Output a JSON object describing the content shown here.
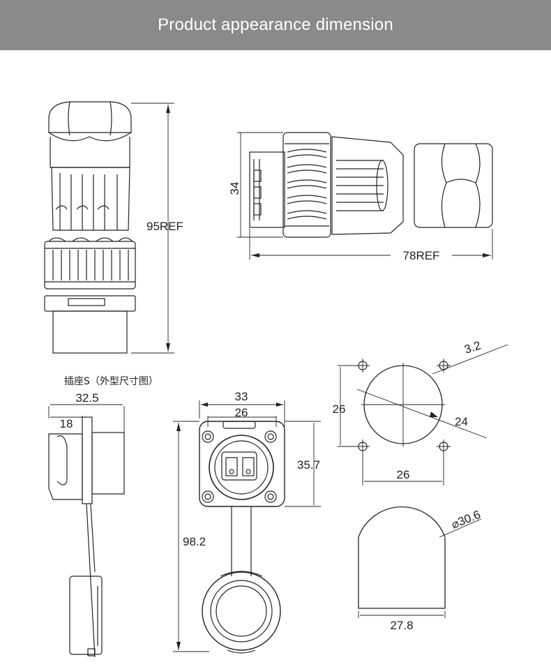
{
  "header": {
    "title": "Product appearance dimension"
  },
  "side_view": {
    "height_label": "95REF"
  },
  "top_view": {
    "width_label": "34",
    "length_label": "78REF"
  },
  "socket": {
    "caption": "插座S（外型尺寸图）"
  },
  "socket_side": {
    "overall_depth": "32.5",
    "body_depth": "18"
  },
  "socket_front": {
    "flange_width": "33",
    "hole_spacing": "26",
    "flange_height": "35.7",
    "total_height": "98.2"
  },
  "panel_cutout": {
    "hole_diameter": "3.2",
    "vertical_spacing": "26",
    "circle_diameter": "24",
    "horizontal_spacing": "26"
  },
  "d_cutout": {
    "diameter": "⌀30.6",
    "flat_width": "27.8"
  },
  "colors": {
    "banner": "#8a8a8a",
    "line": "#222222"
  }
}
